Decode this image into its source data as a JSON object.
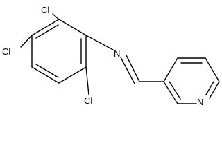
{
  "structure": {
    "atoms": {
      "cl_top": "Cl",
      "cl_left": "Cl",
      "cl_bottom": "Cl",
      "n_imine": "N",
      "n_pyridine": "N"
    },
    "colors": {
      "bond": "#000000",
      "label": "#000000",
      "background": "#ffffff"
    }
  }
}
